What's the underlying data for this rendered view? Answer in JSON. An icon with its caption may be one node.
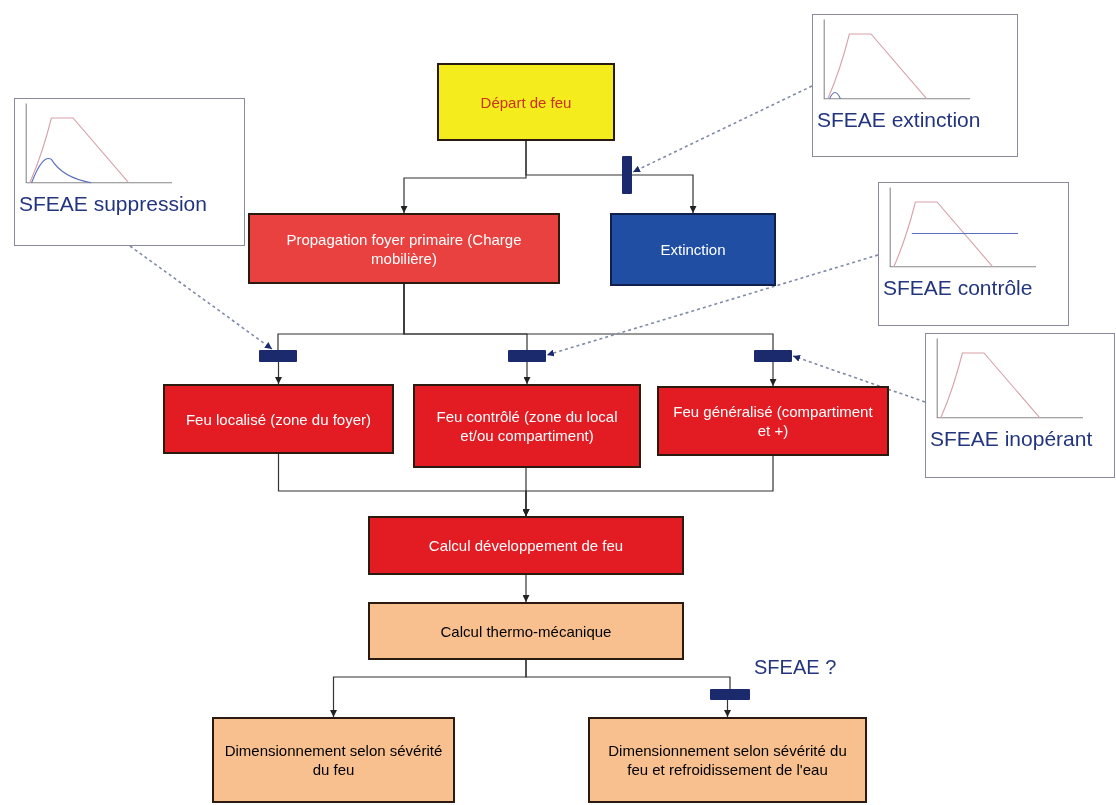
{
  "diagram": {
    "nodes": [
      {
        "text": [
          "Départ de feu"
        ]
      },
      {
        "text": [
          "Propagation foyer primaire (Charge mobilière)"
        ]
      },
      {
        "text": [
          "Extinction"
        ]
      },
      {
        "text": [
          "Feu localisé (zone du foyer)"
        ]
      },
      {
        "text": [
          "Feu contrôlé (zone du local et/ou compartiment)"
        ]
      },
      {
        "text": [
          "Feu généralisé (compartiment et +)"
        ]
      },
      {
        "text": [
          "Calcul développement de feu"
        ]
      },
      {
        "text": [
          "Calcul thermo-mécanique"
        ]
      },
      {
        "text": [
          "Dimensionnement selon sévérité du feu"
        ]
      },
      {
        "text": [
          "Dimensionnement selon sévérité du feu et refroidissement de l'eau"
        ]
      },
      {
        "text": [],
        "shape": "bar"
      },
      {
        "text": [],
        "shape": "bar"
      },
      {
        "text": [],
        "shape": "bar"
      },
      {
        "text": [],
        "shape": "bar"
      },
      {
        "text": [],
        "shape": "bar"
      },
      {
        "text": [
          "SFEAE extinction"
        ]
      },
      {
        "text": [
          "SFEAE suppression"
        ]
      },
      {
        "text": [
          "SFEAE contrôle"
        ]
      },
      {
        "text": [
          "SFEAE inopérant"
        ]
      }
    ],
    "edges": [
      {
        "from": 0,
        "to": 1,
        "arrow": "to"
      },
      {
        "from": 0,
        "to": 10,
        "arrow": "none"
      },
      {
        "from": 10,
        "to": 2,
        "arrow": "to"
      },
      {
        "from": 1,
        "to": 11,
        "arrow": "none"
      },
      {
        "from": 11,
        "to": 3,
        "arrow": "to"
      },
      {
        "from": 1,
        "to": 12,
        "arrow": "none"
      },
      {
        "from": 12,
        "to": 4,
        "arrow": "to"
      },
      {
        "from": 1,
        "to": 13,
        "arrow": "none"
      },
      {
        "from": 13,
        "to": 5,
        "arrow": "to"
      },
      {
        "from": 3,
        "to": 6,
        "arrow": "to"
      },
      {
        "from": 4,
        "to": 6,
        "arrow": "to"
      },
      {
        "from": 5,
        "to": 6,
        "arrow": "to"
      },
      {
        "from": 6,
        "to": 7,
        "arrow": "to"
      },
      {
        "from": 7,
        "to": 8,
        "arrow": "to"
      },
      {
        "from": 7,
        "to": 14,
        "arrow": "none"
      },
      {
        "from": 14,
        "to": 9,
        "arrow": "to"
      },
      {
        "from": 15,
        "to": 10,
        "arrow": "to",
        "style": "dashed",
        "color": "#7f8aa8"
      },
      {
        "from": 16,
        "to": 11,
        "arrow": "to",
        "style": "dashed",
        "color": "#7f8aa8"
      },
      {
        "from": 17,
        "to": 12,
        "arrow": "to",
        "style": "dashed",
        "color": "#7f8aa8"
      },
      {
        "from": 18,
        "to": 13,
        "arrow": "to",
        "style": "dashed",
        "color": "#7f8aa8"
      }
    ],
    "labels": [
      "SFEAE ?"
    ]
  }
}
